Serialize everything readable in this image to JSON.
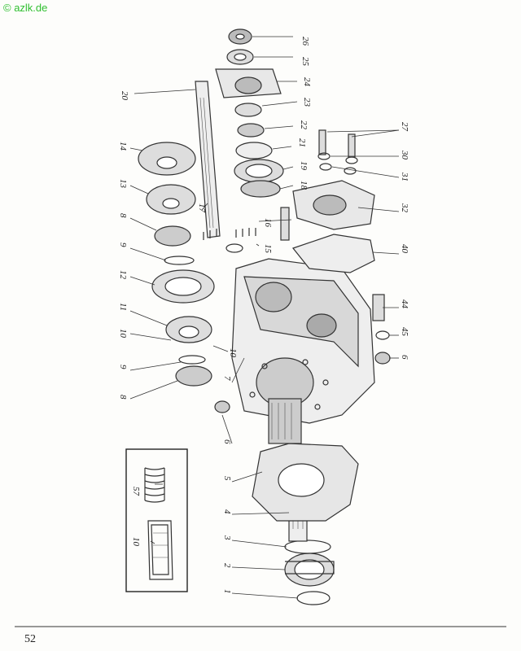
{
  "watermark": "© azlk.de",
  "page_number": "52",
  "callouts": [
    {
      "id": "c26",
      "text": "26"
    },
    {
      "id": "c25",
      "text": "25"
    },
    {
      "id": "c24",
      "text": "24"
    },
    {
      "id": "c23",
      "text": "23"
    },
    {
      "id": "c22",
      "text": "22"
    },
    {
      "id": "c21",
      "text": "21"
    },
    {
      "id": "c19",
      "text": "19"
    },
    {
      "id": "c18",
      "text": "18"
    },
    {
      "id": "c16",
      "text": "16"
    },
    {
      "id": "c15",
      "text": "15"
    },
    {
      "id": "c17",
      "text": "17"
    },
    {
      "id": "c20",
      "text": "20"
    },
    {
      "id": "c14",
      "text": "14"
    },
    {
      "id": "c13",
      "text": "13"
    },
    {
      "id": "c8a",
      "text": "8"
    },
    {
      "id": "c9a",
      "text": "9"
    },
    {
      "id": "c12",
      "text": "12"
    },
    {
      "id": "c11",
      "text": "11"
    },
    {
      "id": "c10a",
      "text": "10"
    },
    {
      "id": "c10b",
      "text": "10"
    },
    {
      "id": "c9b",
      "text": "9"
    },
    {
      "id": "c8b",
      "text": "8"
    },
    {
      "id": "c7",
      "text": "7"
    },
    {
      "id": "c6a",
      "text": "6"
    },
    {
      "id": "c5",
      "text": "5"
    },
    {
      "id": "c4",
      "text": "4"
    },
    {
      "id": "c3",
      "text": "3"
    },
    {
      "id": "c2",
      "text": "2"
    },
    {
      "id": "c1",
      "text": "1"
    },
    {
      "id": "c27",
      "text": "27"
    },
    {
      "id": "c30",
      "text": "30"
    },
    {
      "id": "c31",
      "text": "31"
    },
    {
      "id": "c32",
      "text": "32"
    },
    {
      "id": "c40",
      "text": "40"
    },
    {
      "id": "c44",
      "text": "44"
    },
    {
      "id": "c45",
      "text": "45"
    },
    {
      "id": "c6b",
      "text": "6"
    },
    {
      "id": "c57",
      "text": "57"
    },
    {
      "id": "c10c",
      "text": "10"
    }
  ]
}
